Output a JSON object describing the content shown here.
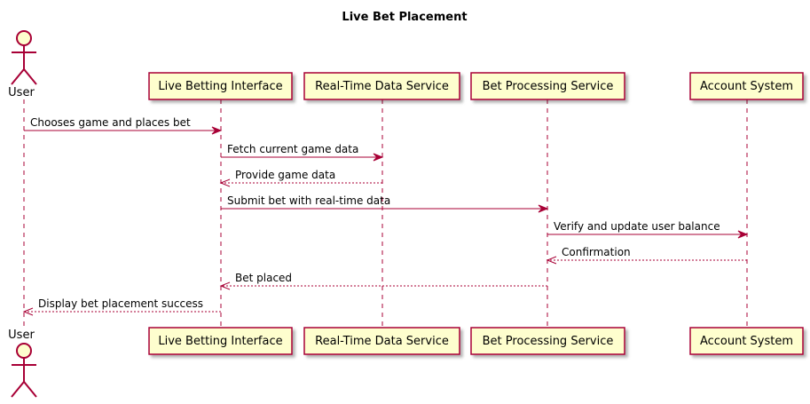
{
  "title": "Live Bet Placement",
  "participants": [
    {
      "id": "user",
      "label": "User",
      "kind": "actor"
    },
    {
      "id": "lbi",
      "label": "Live Betting Interface",
      "kind": "participant"
    },
    {
      "id": "rtds",
      "label": "Real-Time Data Service",
      "kind": "participant"
    },
    {
      "id": "bps",
      "label": "Bet Processing Service",
      "kind": "participant"
    },
    {
      "id": "acc",
      "label": "Account System",
      "kind": "participant"
    }
  ],
  "messages": [
    {
      "from": "user",
      "to": "lbi",
      "label": "Chooses game and places bet",
      "style": "solid"
    },
    {
      "from": "lbi",
      "to": "rtds",
      "label": "Fetch current game data",
      "style": "solid"
    },
    {
      "from": "rtds",
      "to": "lbi",
      "label": "Provide game data",
      "style": "dashed"
    },
    {
      "from": "lbi",
      "to": "bps",
      "label": "Submit bet with real-time data",
      "style": "solid"
    },
    {
      "from": "bps",
      "to": "acc",
      "label": "Verify and update user balance",
      "style": "solid"
    },
    {
      "from": "acc",
      "to": "bps",
      "label": "Confirmation",
      "style": "dashed"
    },
    {
      "from": "bps",
      "to": "lbi",
      "label": "Bet placed",
      "style": "dashed"
    },
    {
      "from": "lbi",
      "to": "user",
      "label": "Display bet placement success",
      "style": "dashed"
    }
  ],
  "colors": {
    "line": "#A80036",
    "box_fill": "#FEFECE"
  }
}
